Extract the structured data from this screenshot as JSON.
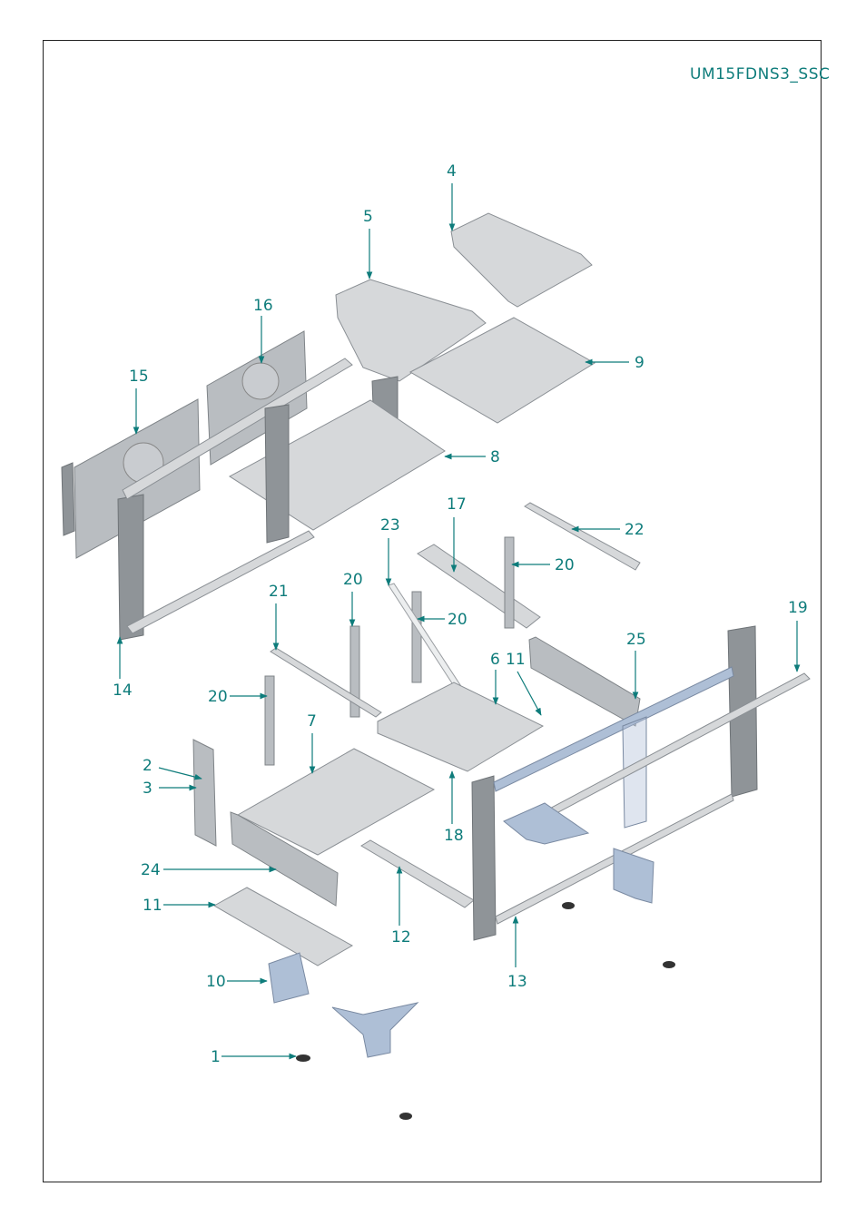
{
  "drawing_code": "UM15FDNS3_SSC",
  "accent_color": "#0e7c7b",
  "callouts": [
    {
      "id": "c1",
      "label": "1"
    },
    {
      "id": "c2",
      "label": "2"
    },
    {
      "id": "c3",
      "label": "3"
    },
    {
      "id": "c4",
      "label": "4"
    },
    {
      "id": "c5",
      "label": "5"
    },
    {
      "id": "c6",
      "label": "6"
    },
    {
      "id": "c7",
      "label": "7"
    },
    {
      "id": "c8",
      "label": "8"
    },
    {
      "id": "c9",
      "label": "9"
    },
    {
      "id": "c10",
      "label": "10"
    },
    {
      "id": "c11a",
      "label": "11"
    },
    {
      "id": "c11b",
      "label": "11"
    },
    {
      "id": "c12",
      "label": "12"
    },
    {
      "id": "c13",
      "label": "13"
    },
    {
      "id": "c14",
      "label": "14"
    },
    {
      "id": "c15",
      "label": "15"
    },
    {
      "id": "c16",
      "label": "16"
    },
    {
      "id": "c17",
      "label": "17"
    },
    {
      "id": "c18",
      "label": "18"
    },
    {
      "id": "c19",
      "label": "19"
    },
    {
      "id": "c20a",
      "label": "20"
    },
    {
      "id": "c20b",
      "label": "20"
    },
    {
      "id": "c20c",
      "label": "20"
    },
    {
      "id": "c20d",
      "label": "20"
    },
    {
      "id": "c21",
      "label": "21"
    },
    {
      "id": "c22",
      "label": "22"
    },
    {
      "id": "c23",
      "label": "23"
    },
    {
      "id": "c24",
      "label": "24"
    },
    {
      "id": "c25",
      "label": "25"
    }
  ]
}
